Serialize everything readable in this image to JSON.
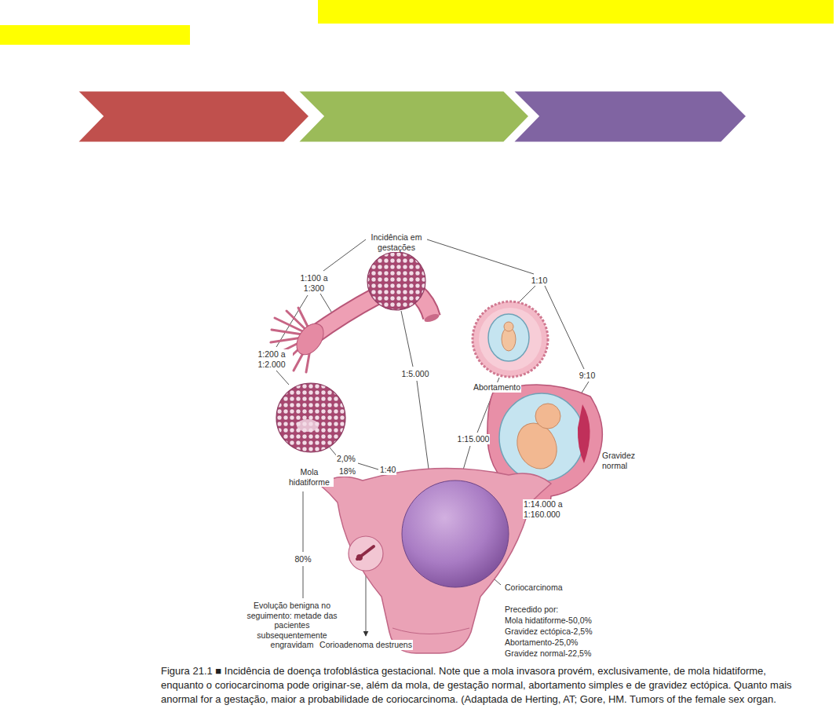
{
  "diagram": {
    "caption": "Figura 21.1 ■ Incidência de doença trofoblástica gestacional. Note que a mola invasora provém, exclusivamente, de mola hidatiforme, enquanto o coriocarcinoma pode originar-se, além da mola, de gestação normal, abortamento simples e de gravidez ectópica. Quanto mais anormal for a gestação, maior a probabilidade de coriocarcinoma. (Adaptada de Herting, AT; Gore, HM. Tumors of the female sex organ.",
    "labels": [
      "Incidência em gestações",
      "1:100 a 1:300",
      "1:10",
      "1:200 a 1:2.000",
      "Abortamento",
      "9:10",
      "1:5.000",
      "1:15.000",
      "Mola hidatiforme",
      "2,0%",
      "18%",
      "1:40",
      "Gravidez normal",
      "1:14.000 a 1:160.000",
      "80%",
      "Evolução benigna no seguimento: metade das pacientes subsequentemente engravidam",
      "Corioadenoma destruens",
      "Coriocarcinoma",
      "Precedido por:",
      "Mola hidatiforme-50,0%",
      "Gravidez ectópica-2,5%",
      "Abortamento-25,0%",
      "Gravidez normal-22,5%"
    ]
  }
}
